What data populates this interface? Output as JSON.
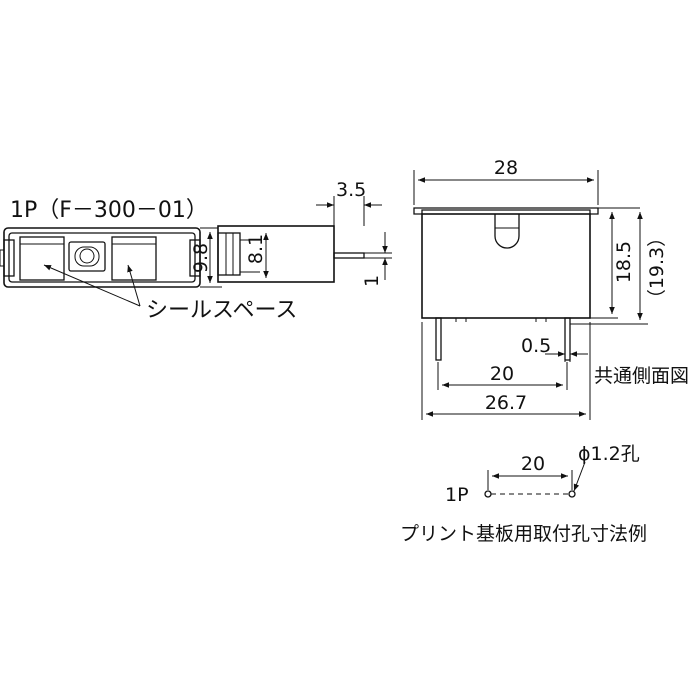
{
  "labels": {
    "model": "1P（F－300－01）",
    "seal_space": "シールスペース",
    "dim_3_5": "3.5",
    "dim_9_8": "9.8",
    "dim_8_1": "8.1",
    "dim_1": "1",
    "dim_28": "28",
    "dim_18_5": "18.5",
    "dim_19_3": "（19.3）",
    "dim_0_5": "0.5",
    "dim_20": "20",
    "dim_26_7": "26.7",
    "common_side_view": "共通側面図",
    "pcb_1p": "1P",
    "pcb_20": "20",
    "hole_dia": "ϕ1.2孔",
    "pcb_caption": "プリント基板用取付孔寸法例"
  }
}
